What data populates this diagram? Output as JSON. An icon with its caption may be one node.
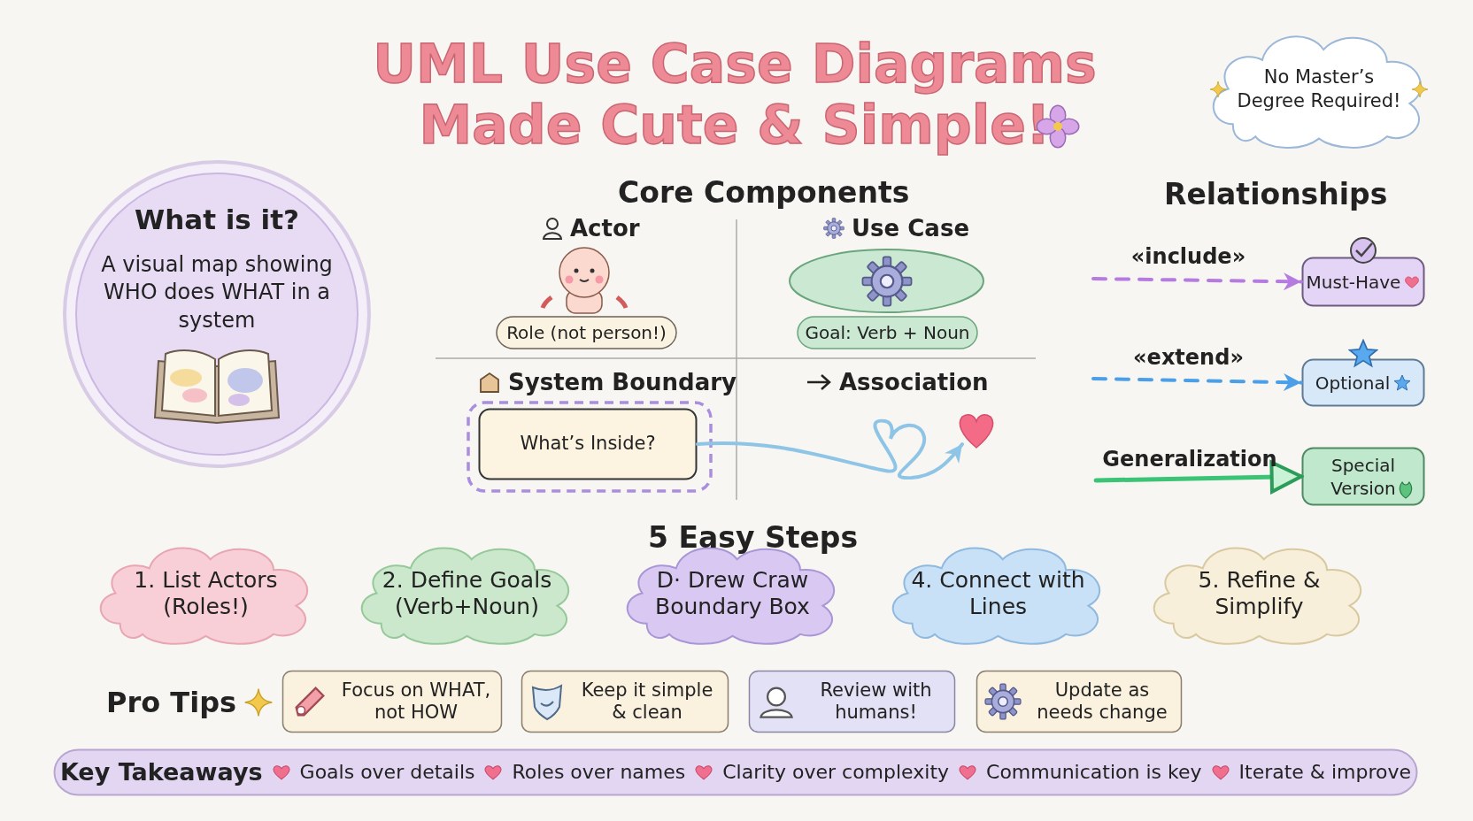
{
  "diagram": {
    "title": "UML Use Case Diagrams Made Cute & Simple!",
    "nodes": [
      {
        "text": [
          "No Master’s Degree Required!"
        ]
      },
      {
        "text": [
          "What is it?",
          "A visual map showing WHO does WHAT in a system"
        ]
      },
      {
        "text": [
          "Role (not person!)"
        ]
      },
      {
        "text": [],
        "shape": "ellipse"
      },
      {
        "text": [
          "Goal: Verb + Noun"
        ]
      },
      {
        "text": [
          "What’s Inside?"
        ]
      },
      {
        "text": [],
        "shape": "heart"
      },
      {
        "text": [
          "Must-Have"
        ]
      },
      {
        "text": [
          "Optional"
        ]
      },
      {
        "text": [
          "Special Version"
        ]
      },
      {
        "text": [
          "1. List Actors (Roles!)"
        ]
      },
      {
        "text": [
          "2. Define Goals (Verb+Noun)"
        ]
      },
      {
        "text": [
          "D· Drew Craw Boundary Box"
        ]
      },
      {
        "text": [
          "4. Connect with Lines"
        ]
      },
      {
        "text": [
          "5. Refine & Simplify"
        ]
      },
      {
        "text": [
          "Focus on WHAT, not HOW"
        ]
      },
      {
        "text": [
          "Keep it simple & clean"
        ]
      },
      {
        "text": [
          "Review with humans!"
        ]
      },
      {
        "text": [
          "Update as needs change"
        ]
      },
      {
        "text": [
          "Key Takeaways",
          "Goals over details",
          "Roles over names",
          "Clarity over complexity",
          "Communication is key",
          "Iterate & improve"
        ]
      }
    ],
    "edges": [
      {
        "from": 5,
        "to": 6,
        "arrow": "to",
        "color": "#8ec5e6"
      },
      {
        "from": null,
        "to": 7,
        "arrow": "to",
        "label": "«include»",
        "style": "dashed",
        "color": "#b57be0"
      },
      {
        "from": null,
        "to": 8,
        "arrow": "to",
        "label": "«extend»",
        "style": "dashed",
        "color": "#4a9fe8"
      },
      {
        "from": null,
        "to": 9,
        "arrow": "to",
        "label": "Generalization",
        "color": "#3cc476"
      }
    ],
    "labels": [
      "Core Components",
      "Actor",
      "Use Case",
      "System Boundary",
      "Association",
      "Relationships",
      "5 Easy Steps",
      "Pro Tips"
    ]
  }
}
